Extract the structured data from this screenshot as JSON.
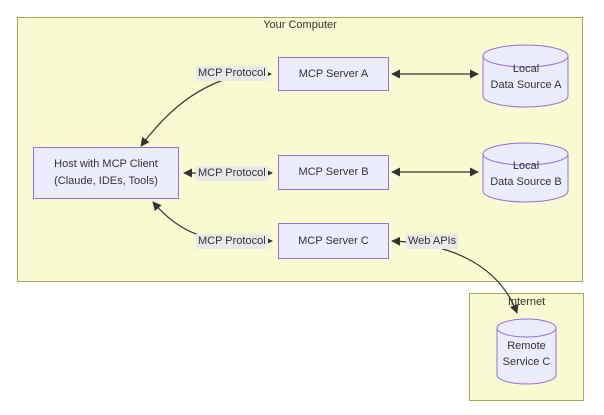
{
  "containers": {
    "your_computer": {
      "label": "Your Computer"
    },
    "internet": {
      "label": "Internet"
    }
  },
  "nodes": {
    "host": {
      "line1": "Host with MCP Client",
      "line2": "(Claude, IDEs, Tools)"
    },
    "server_a": {
      "label": "MCP Server A"
    },
    "server_b": {
      "label": "MCP Server B"
    },
    "server_c": {
      "label": "MCP Server C"
    },
    "data_source_a": {
      "line1": "Local",
      "line2": "Data Source A"
    },
    "data_source_b": {
      "line1": "Local",
      "line2": "Data Source B"
    },
    "remote_service_c": {
      "line1": "Remote",
      "line2": "Service C"
    }
  },
  "edge_labels": {
    "protocol_a": "MCP Protocol",
    "protocol_b": "MCP Protocol",
    "protocol_c": "MCP Protocol",
    "web_apis": "Web APIs"
  },
  "colors": {
    "container_fill": "#fafad2",
    "container_border": "#a8a858",
    "node_fill": "#ececff",
    "node_border": "#9370db",
    "edge_label_bg": "#e8e8e8",
    "text": "#333333",
    "arrow": "#333333"
  }
}
